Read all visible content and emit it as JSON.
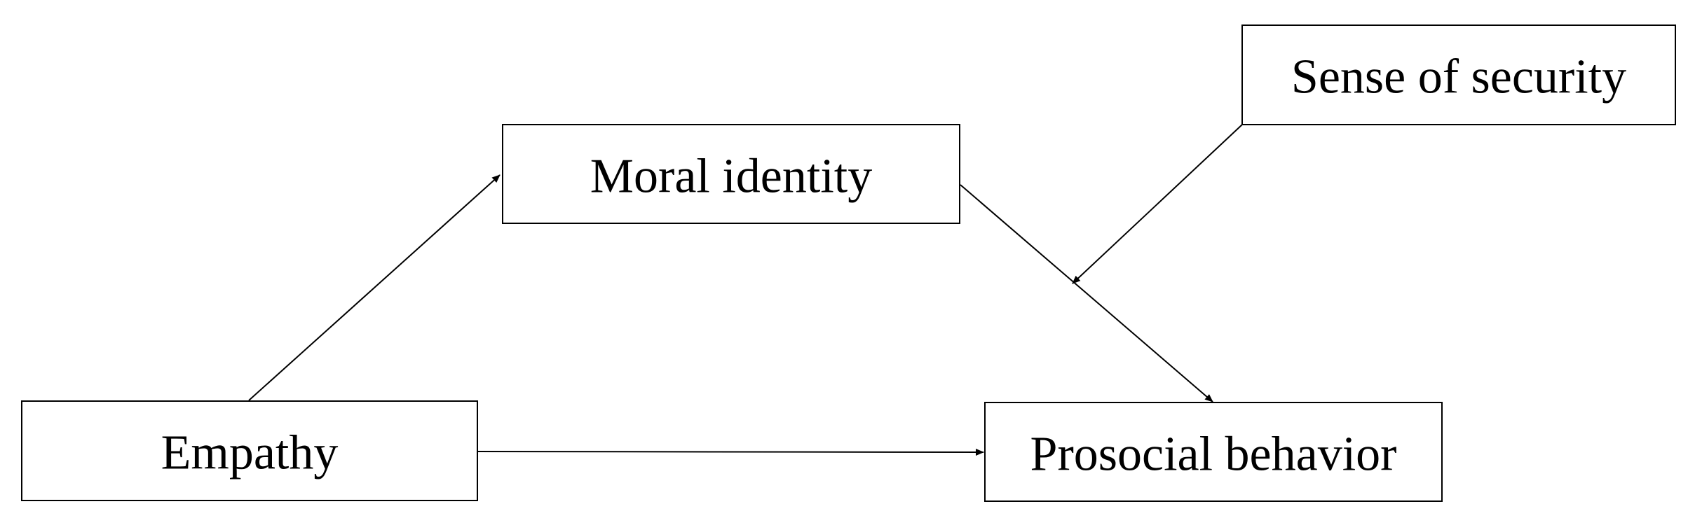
{
  "diagram": {
    "nodes": {
      "empathy": "Empathy",
      "moral_identity": "Moral identity",
      "prosocial_behavior": "Prosocial behavior",
      "sense_of_security": "Sense of security"
    },
    "edges": [
      {
        "from": "Empathy",
        "to": "Moral identity"
      },
      {
        "from": "Empathy",
        "to": "Prosocial behavior"
      },
      {
        "from": "Moral identity",
        "to": "Prosocial behavior"
      },
      {
        "from": "Sense of security",
        "to": "Moral identity → Prosocial behavior path",
        "type": "moderation"
      }
    ]
  }
}
